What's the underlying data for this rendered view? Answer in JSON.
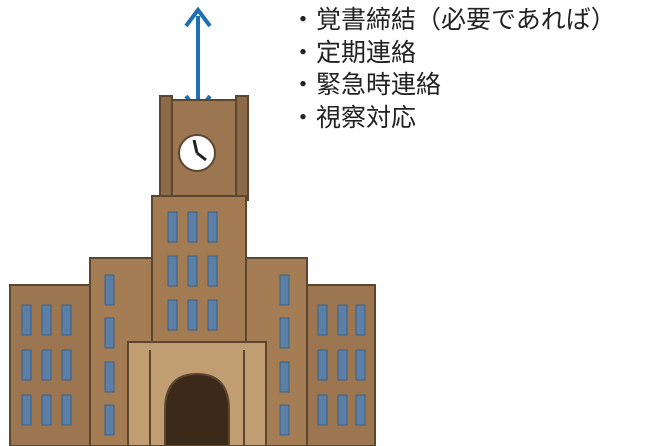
{
  "arrow": {
    "color": "#1f6fb5",
    "icon": "double-headed-vertical-arrow"
  },
  "building": {
    "icon": "university-clock-tower",
    "wall_color": "#9c7650",
    "outline_color": "#5c4630",
    "window_color": "#5b7fa6",
    "door_color": "#3b2a1a"
  },
  "bullet_marker": "・",
  "items": [
    {
      "label": "覚書締結（必要であれば）"
    },
    {
      "label": "定期連絡"
    },
    {
      "label": "緊急時連絡"
    },
    {
      "label": "視察対応"
    }
  ]
}
